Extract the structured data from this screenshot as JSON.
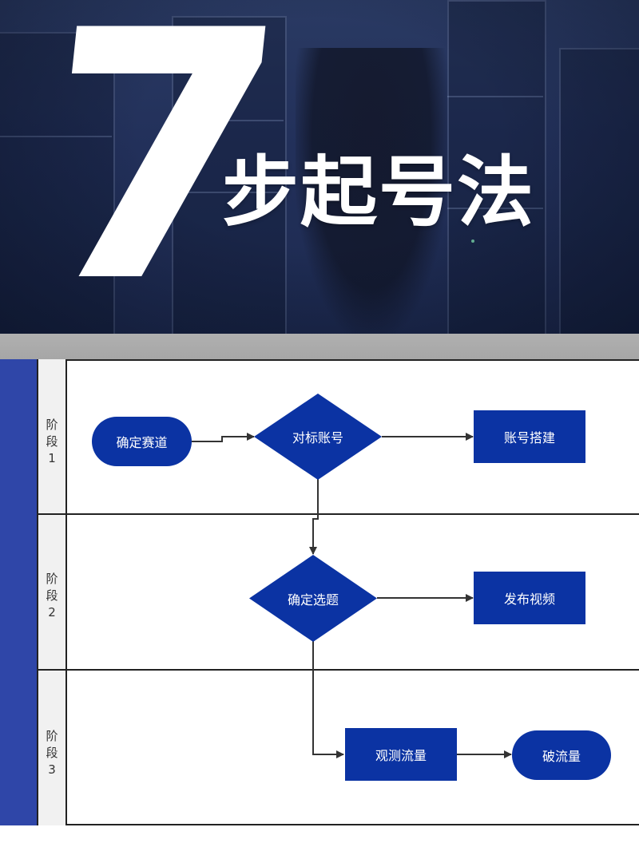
{
  "hero": {
    "number": "7",
    "title": "步起号法"
  },
  "lanes": [
    {
      "chars": [
        "阶",
        "段",
        "1"
      ]
    },
    {
      "chars": [
        "阶",
        "段",
        "2"
      ]
    },
    {
      "chars": [
        "阶",
        "段",
        "3"
      ]
    }
  ],
  "nodes": {
    "determine_track": "确定赛道",
    "benchmark_account": "对标账号",
    "account_setup": "账号搭建",
    "determine_topic": "确定选题",
    "publish_video": "发布视频",
    "observe_traffic": "观测流量",
    "break_traffic": "破流量"
  },
  "colors": {
    "node_fill": "#0b33a3",
    "lane_strip": "#2f46a8",
    "connector": "#333333"
  }
}
